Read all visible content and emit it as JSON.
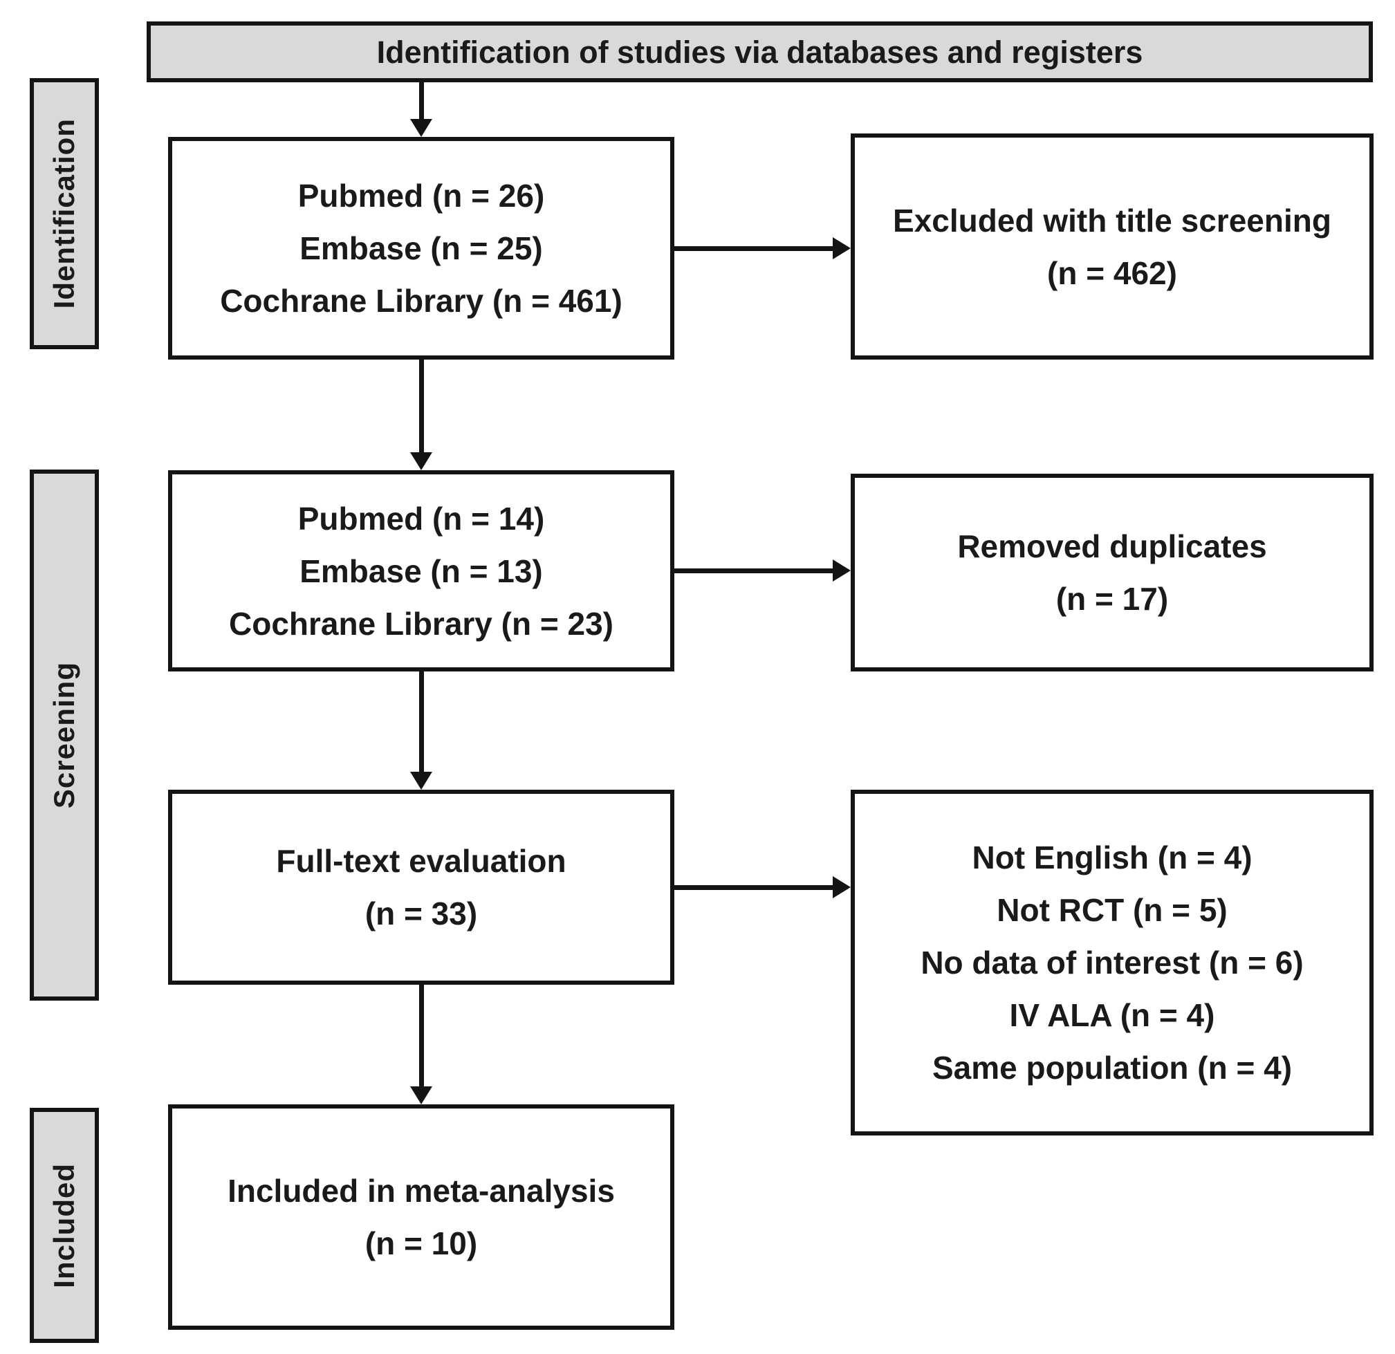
{
  "header": {
    "title": "Identification of studies via databases and registers"
  },
  "stages": {
    "identification": "Identification",
    "screening": "Screening",
    "included": "Included"
  },
  "flow": {
    "records_identified": {
      "lines": [
        "Pubmed (n = 26)",
        "Embase (n = 25)",
        "Cochrane Library (n = 461)"
      ]
    },
    "excluded_title_screening": {
      "lines": [
        "Excluded with title screening",
        "(n = 462)"
      ]
    },
    "records_after_title_screening": {
      "lines": [
        "Pubmed (n = 14)",
        "Embase (n = 13)",
        "Cochrane Library (n = 23)"
      ]
    },
    "removed_duplicates": {
      "lines": [
        "Removed duplicates",
        "(n = 17)"
      ]
    },
    "full_text_evaluation": {
      "lines": [
        "Full-text evaluation",
        "(n = 33)"
      ]
    },
    "full_text_exclusions": {
      "lines": [
        "Not English (n = 4)",
        "Not RCT (n = 5)",
        "No data of interest (n = 6)",
        "IV ALA (n = 4)",
        "Same population (n = 4)"
      ]
    },
    "included_meta_analysis": {
      "lines": [
        "Included in meta-analysis",
        "(n = 10)"
      ]
    }
  },
  "colors": {
    "box_border": "#141414",
    "gray_fill": "#d9d9d9",
    "background": "#ffffff",
    "text": "#1a1a1a"
  }
}
